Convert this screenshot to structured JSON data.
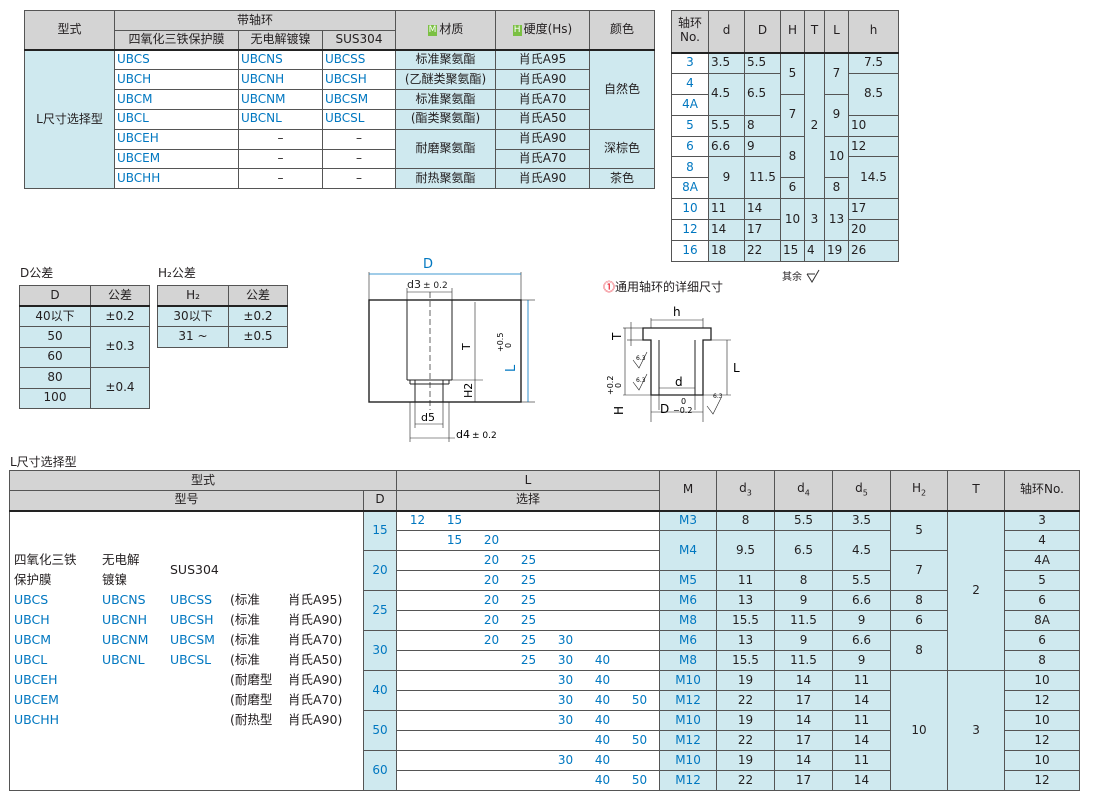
{
  "t1": {
    "h_type": "型式",
    "h_group": "带轴环",
    "h_c1": "四氧化三铁保护膜",
    "h_c2": "无电解镀镍",
    "h_c3": "SUS304",
    "h_mat_badge": "M",
    "h_mat": "材质",
    "h_hard_badge": "H",
    "h_hard": "硬度(Hs)",
    "h_color": "颜色",
    "row_label": "L尺寸选择型",
    "rows": [
      {
        "a": "UBCS",
        "b": "UBCNS",
        "c": "UBCSS",
        "hard": "肖氏A95"
      },
      {
        "a": "UBCH",
        "b": "UBCNH",
        "c": "UBCSH",
        "hard": "肖氏A90"
      },
      {
        "a": "UBCM",
        "b": "UBCNM",
        "c": "UBCSM",
        "hard": "肖氏A70"
      },
      {
        "a": "UBCL",
        "b": "UBCNL",
        "c": "UBCSL",
        "hard": "肖氏A50"
      },
      {
        "a": "UBCEH",
        "b": "–",
        "c": "–",
        "hard": "肖氏A90"
      },
      {
        "a": "UBCEM",
        "b": "–",
        "c": "–",
        "hard": "肖氏A70"
      },
      {
        "a": "UBCHH",
        "b": "–",
        "c": "–",
        "hard": "肖氏A90"
      }
    ],
    "mat": [
      "标准聚氨酯",
      "(乙醚类聚氨酯)",
      "标准聚氨酯",
      "(酯类聚氨酯)",
      "耐磨聚氨酯",
      "耐热聚氨酯"
    ],
    "colors": [
      "自然色",
      "深棕色",
      "茶色"
    ]
  },
  "t2": {
    "h_no": "轴环",
    "h_no2": "No.",
    "h_d": "d",
    "h_D": "D",
    "h_H": "H",
    "h_T": "T",
    "h_L": "L",
    "h_h": "h",
    "no": [
      "3",
      "4",
      "4A",
      "5",
      "6",
      "8",
      "8A",
      "10",
      "12",
      "16"
    ],
    "d": [
      "3.5",
      "4.5",
      "5.5",
      "6.6",
      "9",
      "11",
      "14",
      "18"
    ],
    "D": [
      "5.5",
      "6.5",
      "8",
      "9",
      "11.5",
      "14",
      "17",
      "22"
    ],
    "H": [
      "5",
      "7",
      "8",
      "6",
      "10",
      "15"
    ],
    "T": [
      "2",
      "3",
      "4"
    ],
    "L": [
      "7",
      "9",
      "10",
      "8",
      "13",
      "19"
    ],
    "h": [
      "7.5",
      "8.5",
      "10",
      "12",
      "14.5",
      "17",
      "20",
      "26"
    ],
    "note": "其余"
  },
  "dtol": {
    "title": "D公差",
    "h1": "D",
    "h2": "公差",
    "rows": [
      "40以下",
      "50",
      "60",
      "80",
      "100"
    ],
    "tols": [
      "±0.2",
      "±0.3",
      "±0.4"
    ]
  },
  "h2tol": {
    "title": "H₂公差",
    "h1": "H₂",
    "h2": "公差",
    "rows": [
      "30以下",
      "31 ~"
    ],
    "tols": [
      "±0.2",
      "±0.5"
    ]
  },
  "drawing": {
    "D": "D",
    "d3": "d3",
    "d3tol": "± 0.2",
    "T": "T",
    "H2": "H2",
    "L": "L",
    "Ltol_up": "+0.5",
    "Ltol_dn": "0",
    "d5": "d5",
    "d4": "d4",
    "d4tol": "± 0.2"
  },
  "collar": {
    "title": "通用轴环的详细尺寸",
    "h": "h",
    "T": "T",
    "L": "L",
    "d": "d",
    "H": "H",
    "Htol_up": "+0.2",
    "Htol_dn": "0",
    "D": "D",
    "Dtol_up": "0",
    "Dtol_dn": "−0.2",
    "r1": "6.3",
    "r2": "6.3",
    "r3": "6.3"
  },
  "t5": {
    "section_title": "L尺寸选择型",
    "h_type": "型式",
    "h_model": "型号",
    "h_D": "D",
    "h_L": "L",
    "h_L2": "选择",
    "h_M": "M",
    "h_d3": "d3",
    "h_d4": "d4",
    "h_d5": "d5",
    "h_H2": "H2",
    "h_T": "T",
    "h_no": "轴环No.",
    "left_h1": "四氧化三铁",
    "left_h1b": "保护膜",
    "left_h2": "无电解",
    "left_h2b": "镀镍",
    "left_h3": "SUS304",
    "left_rows": [
      {
        "a": "UBCS",
        "b": "UBCNS",
        "c": "UBCSS",
        "t": "(标准",
        "s": "肖氏A95)"
      },
      {
        "a": "UBCH",
        "b": "UBCNH",
        "c": "UBCSH",
        "t": "(标准",
        "s": "肖氏A90)"
      },
      {
        "a": "UBCM",
        "b": "UBCNM",
        "c": "UBCSM",
        "t": "(标准",
        "s": "肖氏A70)"
      },
      {
        "a": "UBCL",
        "b": "UBCNL",
        "c": "UBCSL",
        "t": "(标准",
        "s": "肖氏A50)"
      },
      {
        "a": "UBCEH",
        "b": "",
        "c": "",
        "t": "(耐磨型",
        "s": "肖氏A90)"
      },
      {
        "a": "UBCEM",
        "b": "",
        "c": "",
        "t": "(耐磨型",
        "s": "肖氏A70)"
      },
      {
        "a": "UBCHH",
        "b": "",
        "c": "",
        "t": "(耐热型",
        "s": "肖氏A90)"
      }
    ],
    "D": [
      "15",
      "20",
      "25",
      "30",
      "40",
      "50",
      "60"
    ],
    "L": [
      [
        "12",
        "15",
        "",
        "",
        "",
        ""
      ],
      [
        "",
        "15",
        "20",
        "",
        "",
        ""
      ],
      [
        "",
        "",
        "20",
        "25",
        "",
        ""
      ],
      [
        "",
        "",
        "20",
        "25",
        "",
        ""
      ],
      [
        "",
        "",
        "20",
        "25",
        "",
        ""
      ],
      [
        "",
        "",
        "20",
        "25",
        "",
        ""
      ],
      [
        "",
        "",
        "20",
        "25",
        "30",
        ""
      ],
      [
        "",
        "",
        "",
        "25",
        "30",
        "40"
      ],
      [
        "",
        "",
        "",
        "",
        "30",
        "40"
      ],
      [
        "",
        "",
        "",
        "",
        "30",
        "40",
        "50"
      ],
      [
        "",
        "",
        "",
        "",
        "30",
        "40"
      ],
      [
        "",
        "",
        "",
        "",
        "",
        "40",
        "50"
      ],
      [
        "",
        "",
        "",
        "",
        "30",
        "40"
      ],
      [
        "",
        "",
        "",
        "",
        "",
        "40",
        "50"
      ]
    ],
    "M": [
      "M3",
      "M4",
      "M5",
      "M6",
      "M8",
      "M6",
      "M8",
      "M10",
      "M12",
      "M10",
      "M12",
      "M10",
      "M12"
    ],
    "d3": [
      "8",
      "9.5",
      "11",
      "13",
      "15.5",
      "13",
      "15.5",
      "19",
      "22",
      "19",
      "22",
      "19",
      "22"
    ],
    "d4": [
      "5.5",
      "6.5",
      "8",
      "9",
      "11.5",
      "9",
      "11.5",
      "14",
      "17",
      "14",
      "17",
      "14",
      "17"
    ],
    "d5": [
      "3.5",
      "4.5",
      "5.5",
      "6.6",
      "9",
      "6.6",
      "9",
      "11",
      "14",
      "11",
      "14",
      "11",
      "14"
    ],
    "H2": [
      "5",
      "7",
      "8",
      "6",
      "8",
      "10"
    ],
    "T": [
      "2",
      "3"
    ],
    "no": [
      "3",
      "4",
      "4A",
      "5",
      "6",
      "8A",
      "6",
      "8",
      "10",
      "12",
      "10",
      "12",
      "10",
      "12"
    ]
  }
}
